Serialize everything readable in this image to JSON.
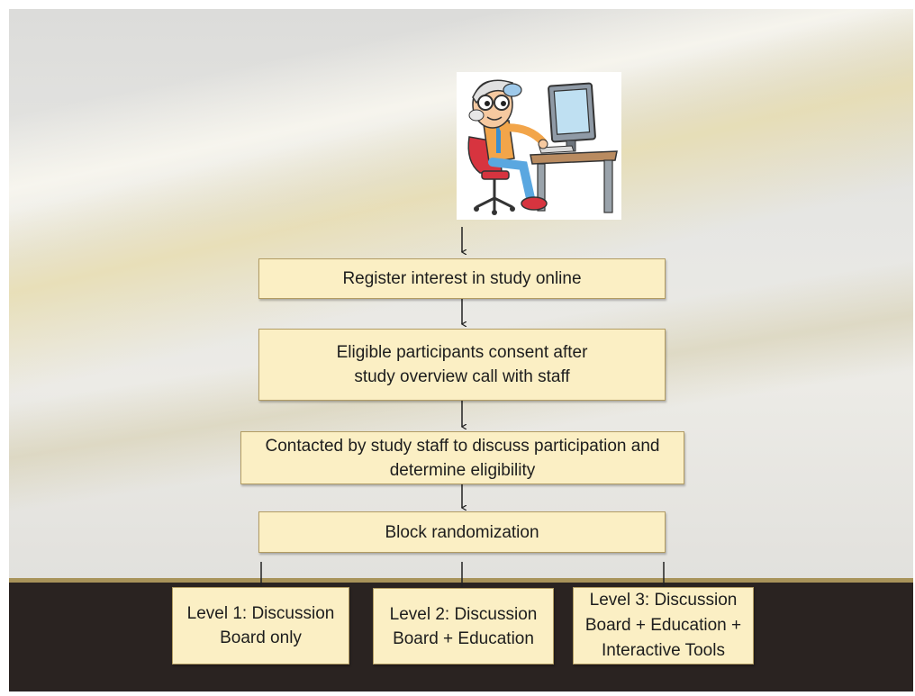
{
  "steps": {
    "register": "Register interest in study online",
    "consent": "Eligible participants consent after study overview call with staff",
    "contacted": "Contacted by study staff to discuss participation and determine eligibility",
    "randomization": "Block randomization"
  },
  "levels": [
    {
      "label": "Level 1: Discussion Board only"
    },
    {
      "label": "Level 2: Discussion Board + Education"
    },
    {
      "label": "Level 3: Discussion Board + Education + Interactive Tools"
    }
  ],
  "colors": {
    "box_fill": "#fbefc4",
    "box_border": "#b29c63",
    "footer": "#2a2321",
    "footer_rule": "#a8935a"
  },
  "illustration_icon": "person-at-computer-icon"
}
